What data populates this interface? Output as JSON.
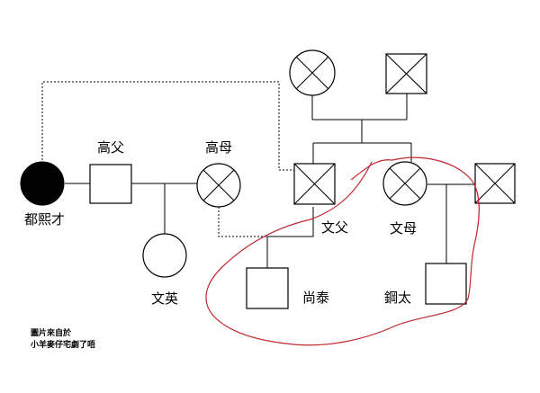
{
  "labels": {
    "dohi_jae": "都熙才",
    "go_father": "高父",
    "go_mother": "高母",
    "mun_young": "文英",
    "mun_father": "文父",
    "mun_mother": "文母",
    "sang_tae": "尚泰",
    "kang_tae": "鋼太"
  },
  "credit": {
    "line1": "圖片來自於",
    "line2": "小羊麥仔宅劇了唔"
  },
  "colors": {
    "line": "#000000",
    "highlight": "#c0272d",
    "filled": "#000000"
  }
}
